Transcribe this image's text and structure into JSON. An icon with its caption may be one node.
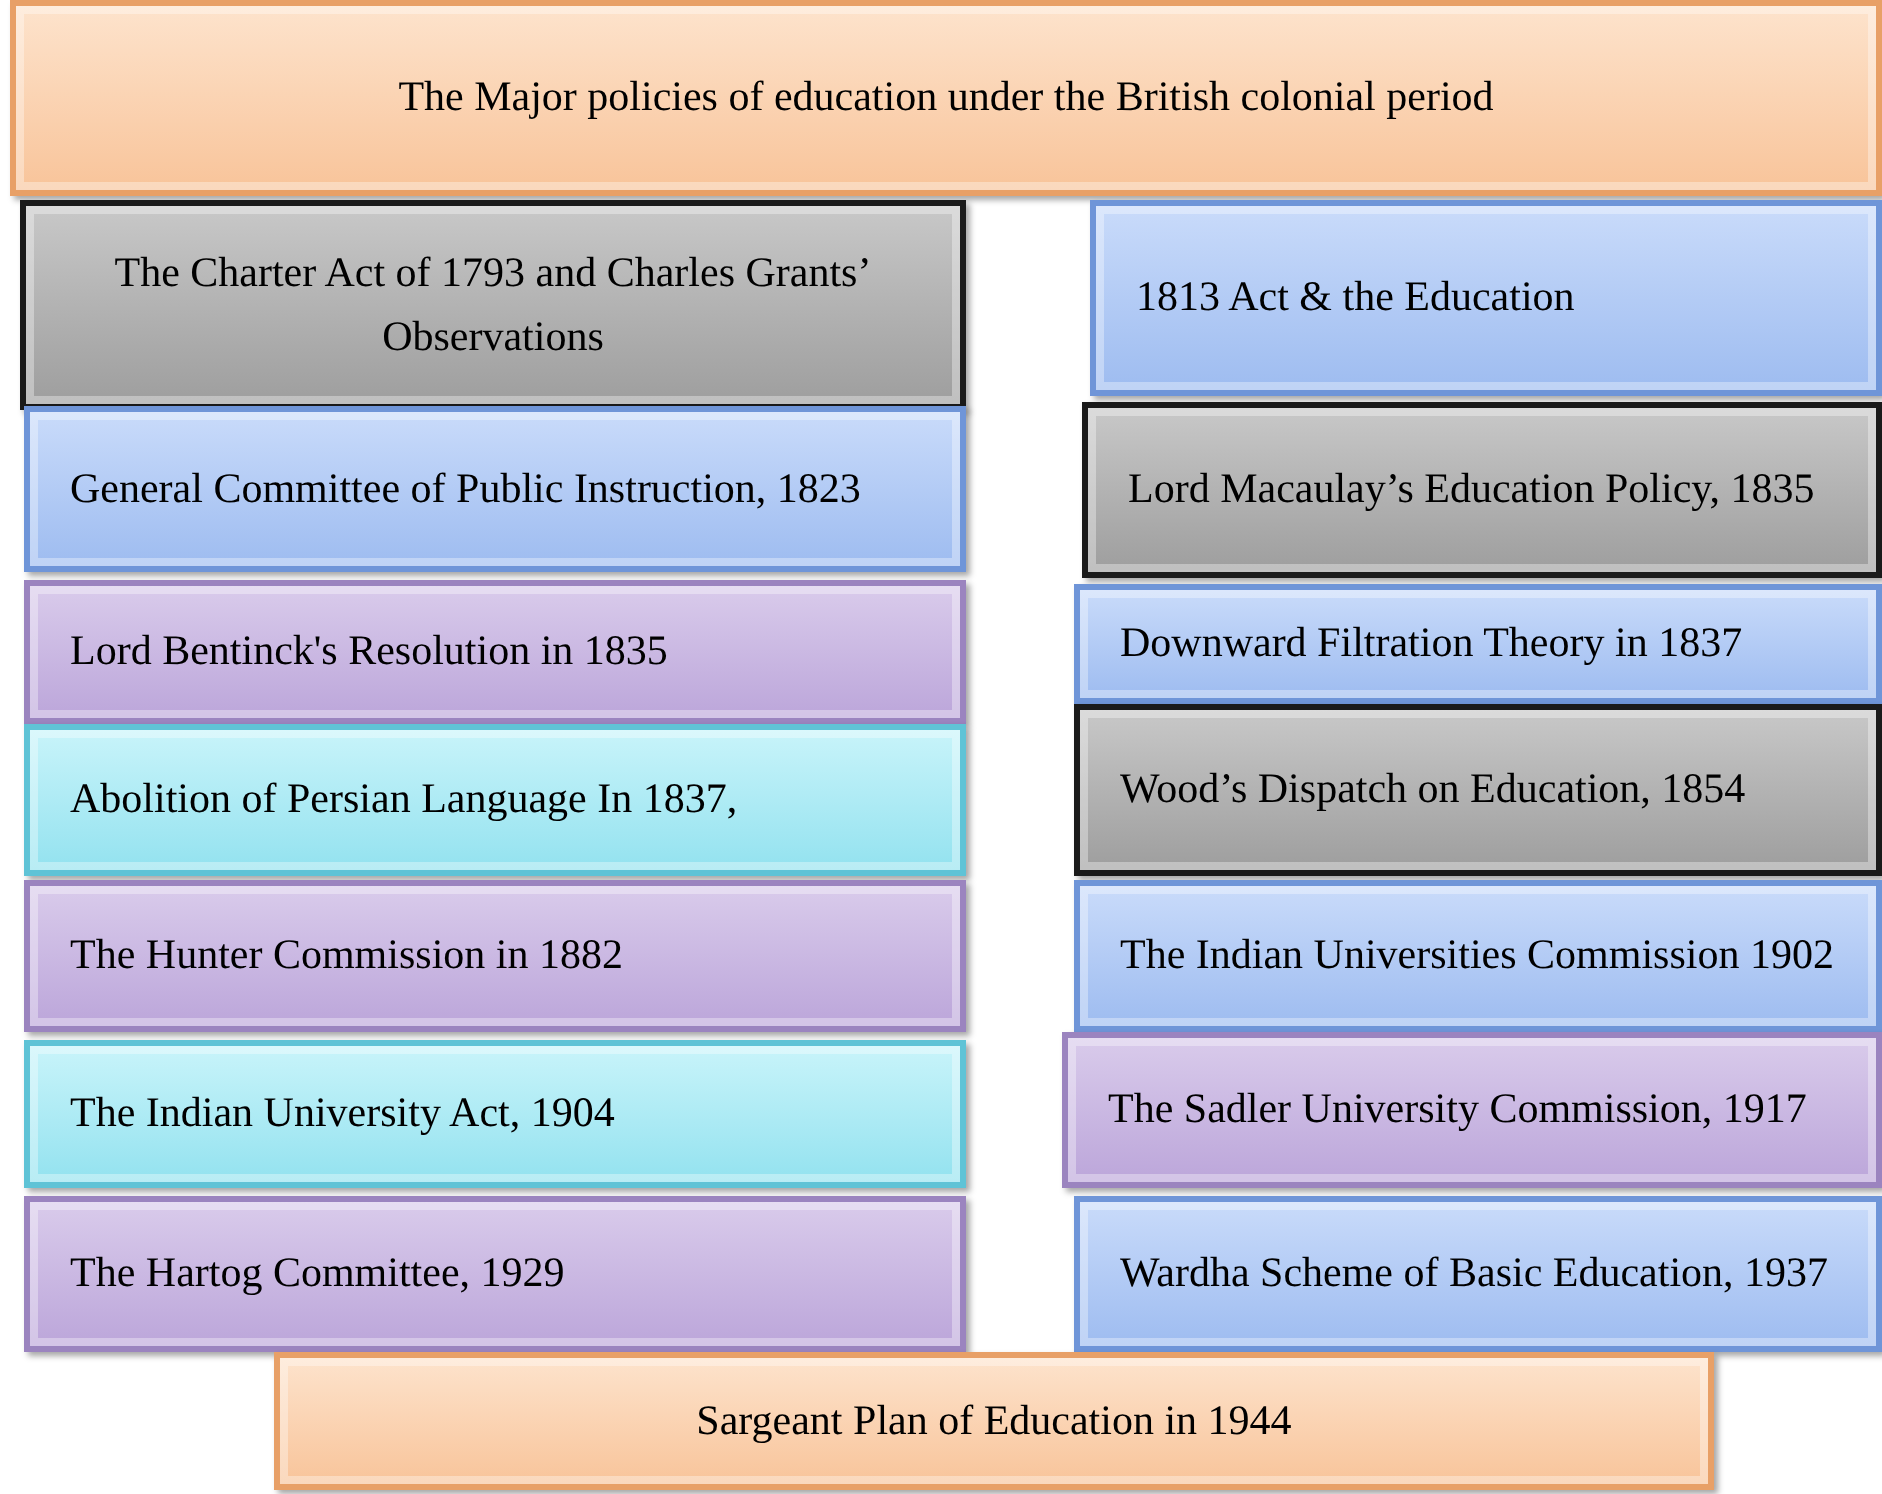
{
  "diagram": {
    "nodes": [
      {
        "text": [
          "The Major policies of education under the British colonial period"
        ]
      },
      {
        "text": [
          "The Charter Act of 1793 and Charles Grants’ Observations"
        ]
      },
      {
        "text": [
          "1813 Act & the Education"
        ]
      },
      {
        "text": [
          "General Committee of Public Instruction, 1823"
        ]
      },
      {
        "text": [
          "Lord Macaulay’s Education Policy, 1835"
        ]
      },
      {
        "text": [
          "Lord Bentinck's Resolution in 1835"
        ]
      },
      {
        "text": [
          "Downward Filtration Theory in 1837"
        ]
      },
      {
        "text": [
          "Abolition of Persian Language In 1837,"
        ]
      },
      {
        "text": [
          "Wood’s Dispatch on Education, 1854"
        ]
      },
      {
        "text": [
          "The Hunter Commission in 1882"
        ]
      },
      {
        "text": [
          "The Indian Universities Commission 1902"
        ]
      },
      {
        "text": [
          "The Indian University Act, 1904"
        ]
      },
      {
        "text": [
          "The Sadler University Commission, 1917"
        ]
      },
      {
        "text": [
          "The Hartog Committee, 1929"
        ]
      },
      {
        "text": [
          "Wardha Scheme of Basic Education, 1937"
        ]
      },
      {
        "text": [
          "Sargeant Plan of Education in 1944"
        ]
      }
    ]
  }
}
